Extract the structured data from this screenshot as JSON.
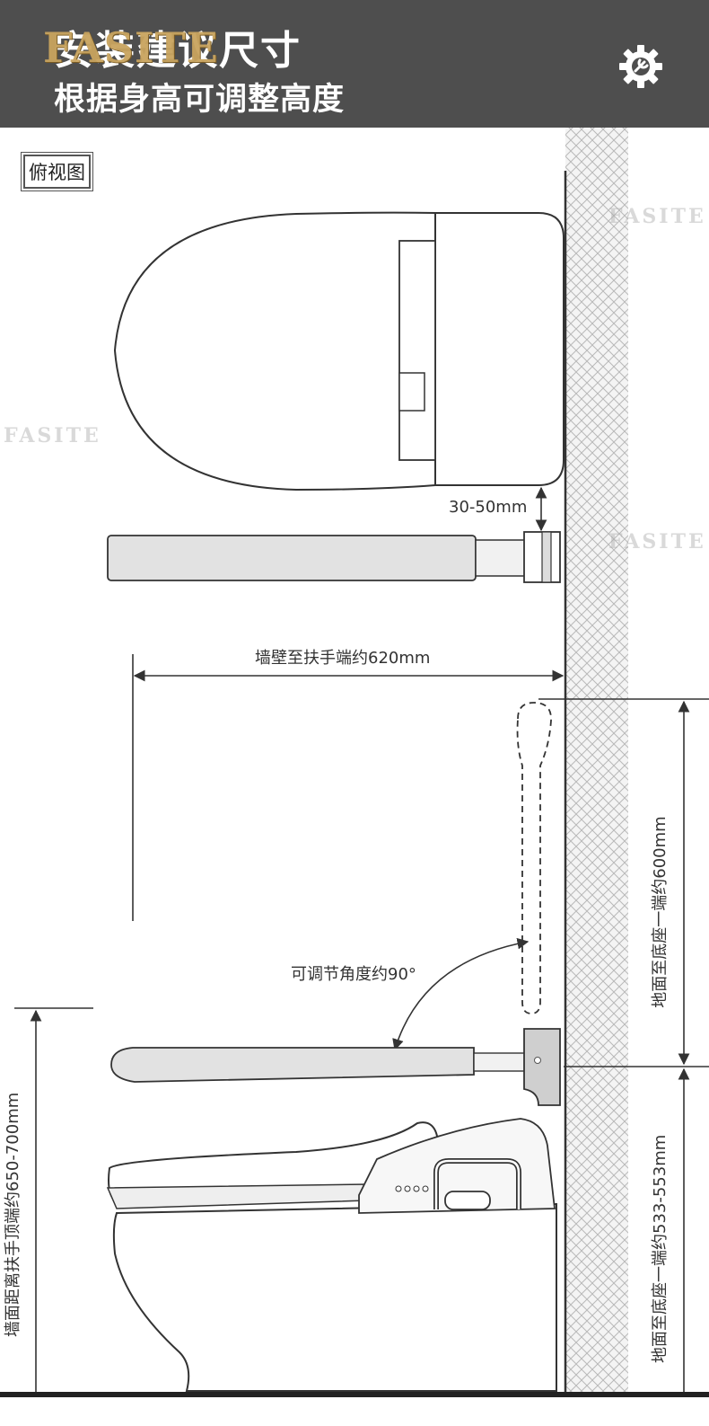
{
  "header": {
    "title": "安装建议尺寸",
    "brand": "FASITE",
    "subtitle": "根据身高可调整高度",
    "settings_icon": "gear-icon",
    "background_color": "#4e4e4e"
  },
  "diagram": {
    "top_view_label": "俯视图",
    "watermark": "FASITE",
    "gap_dimension": "30-50mm",
    "wall_to_handrail": "墙壁至扶手端约620mm",
    "rotation_angle": "可调节角度约90°",
    "floor_to_base_upper": "地面至底座一端约600mm",
    "floor_to_base_lower": "地面至底座一端约533-553mm",
    "floor_to_handrail_top": "墙面距离扶手顶端约650-700mm"
  }
}
